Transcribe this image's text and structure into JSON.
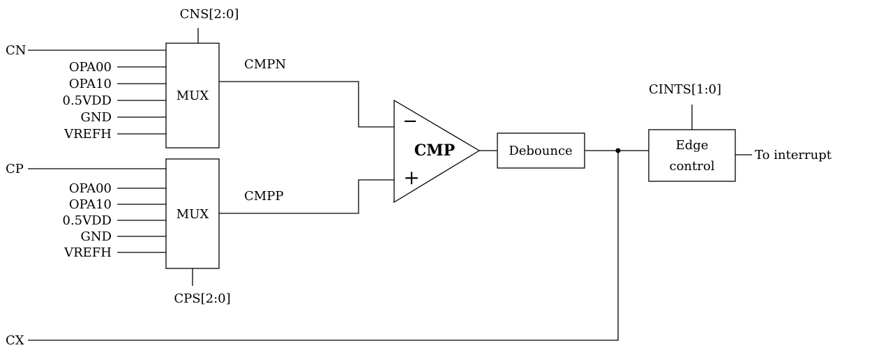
{
  "signals": {
    "cn": "CN",
    "cp": "CP",
    "cx": "CX",
    "cns": "CNS[2:0]",
    "cps": "CPS[2:0]",
    "cmpn": "CMPN",
    "cmpp": "CMPP",
    "cints": "CINTS[1:0]",
    "out": "To interrupt"
  },
  "mux_n": {
    "label": "MUX",
    "inputs": [
      "OPA00",
      "OPA10",
      "0.5VDD",
      "GND",
      "VREFH"
    ]
  },
  "mux_p": {
    "label": "MUX",
    "inputs": [
      "OPA00",
      "OPA10",
      "0.5VDD",
      "GND",
      "VREFH"
    ]
  },
  "comparator": {
    "label": "CMP",
    "minus": "−",
    "plus": "+"
  },
  "debounce": {
    "label": "Debounce"
  },
  "edge": {
    "line1": "Edge",
    "line2": "control"
  }
}
